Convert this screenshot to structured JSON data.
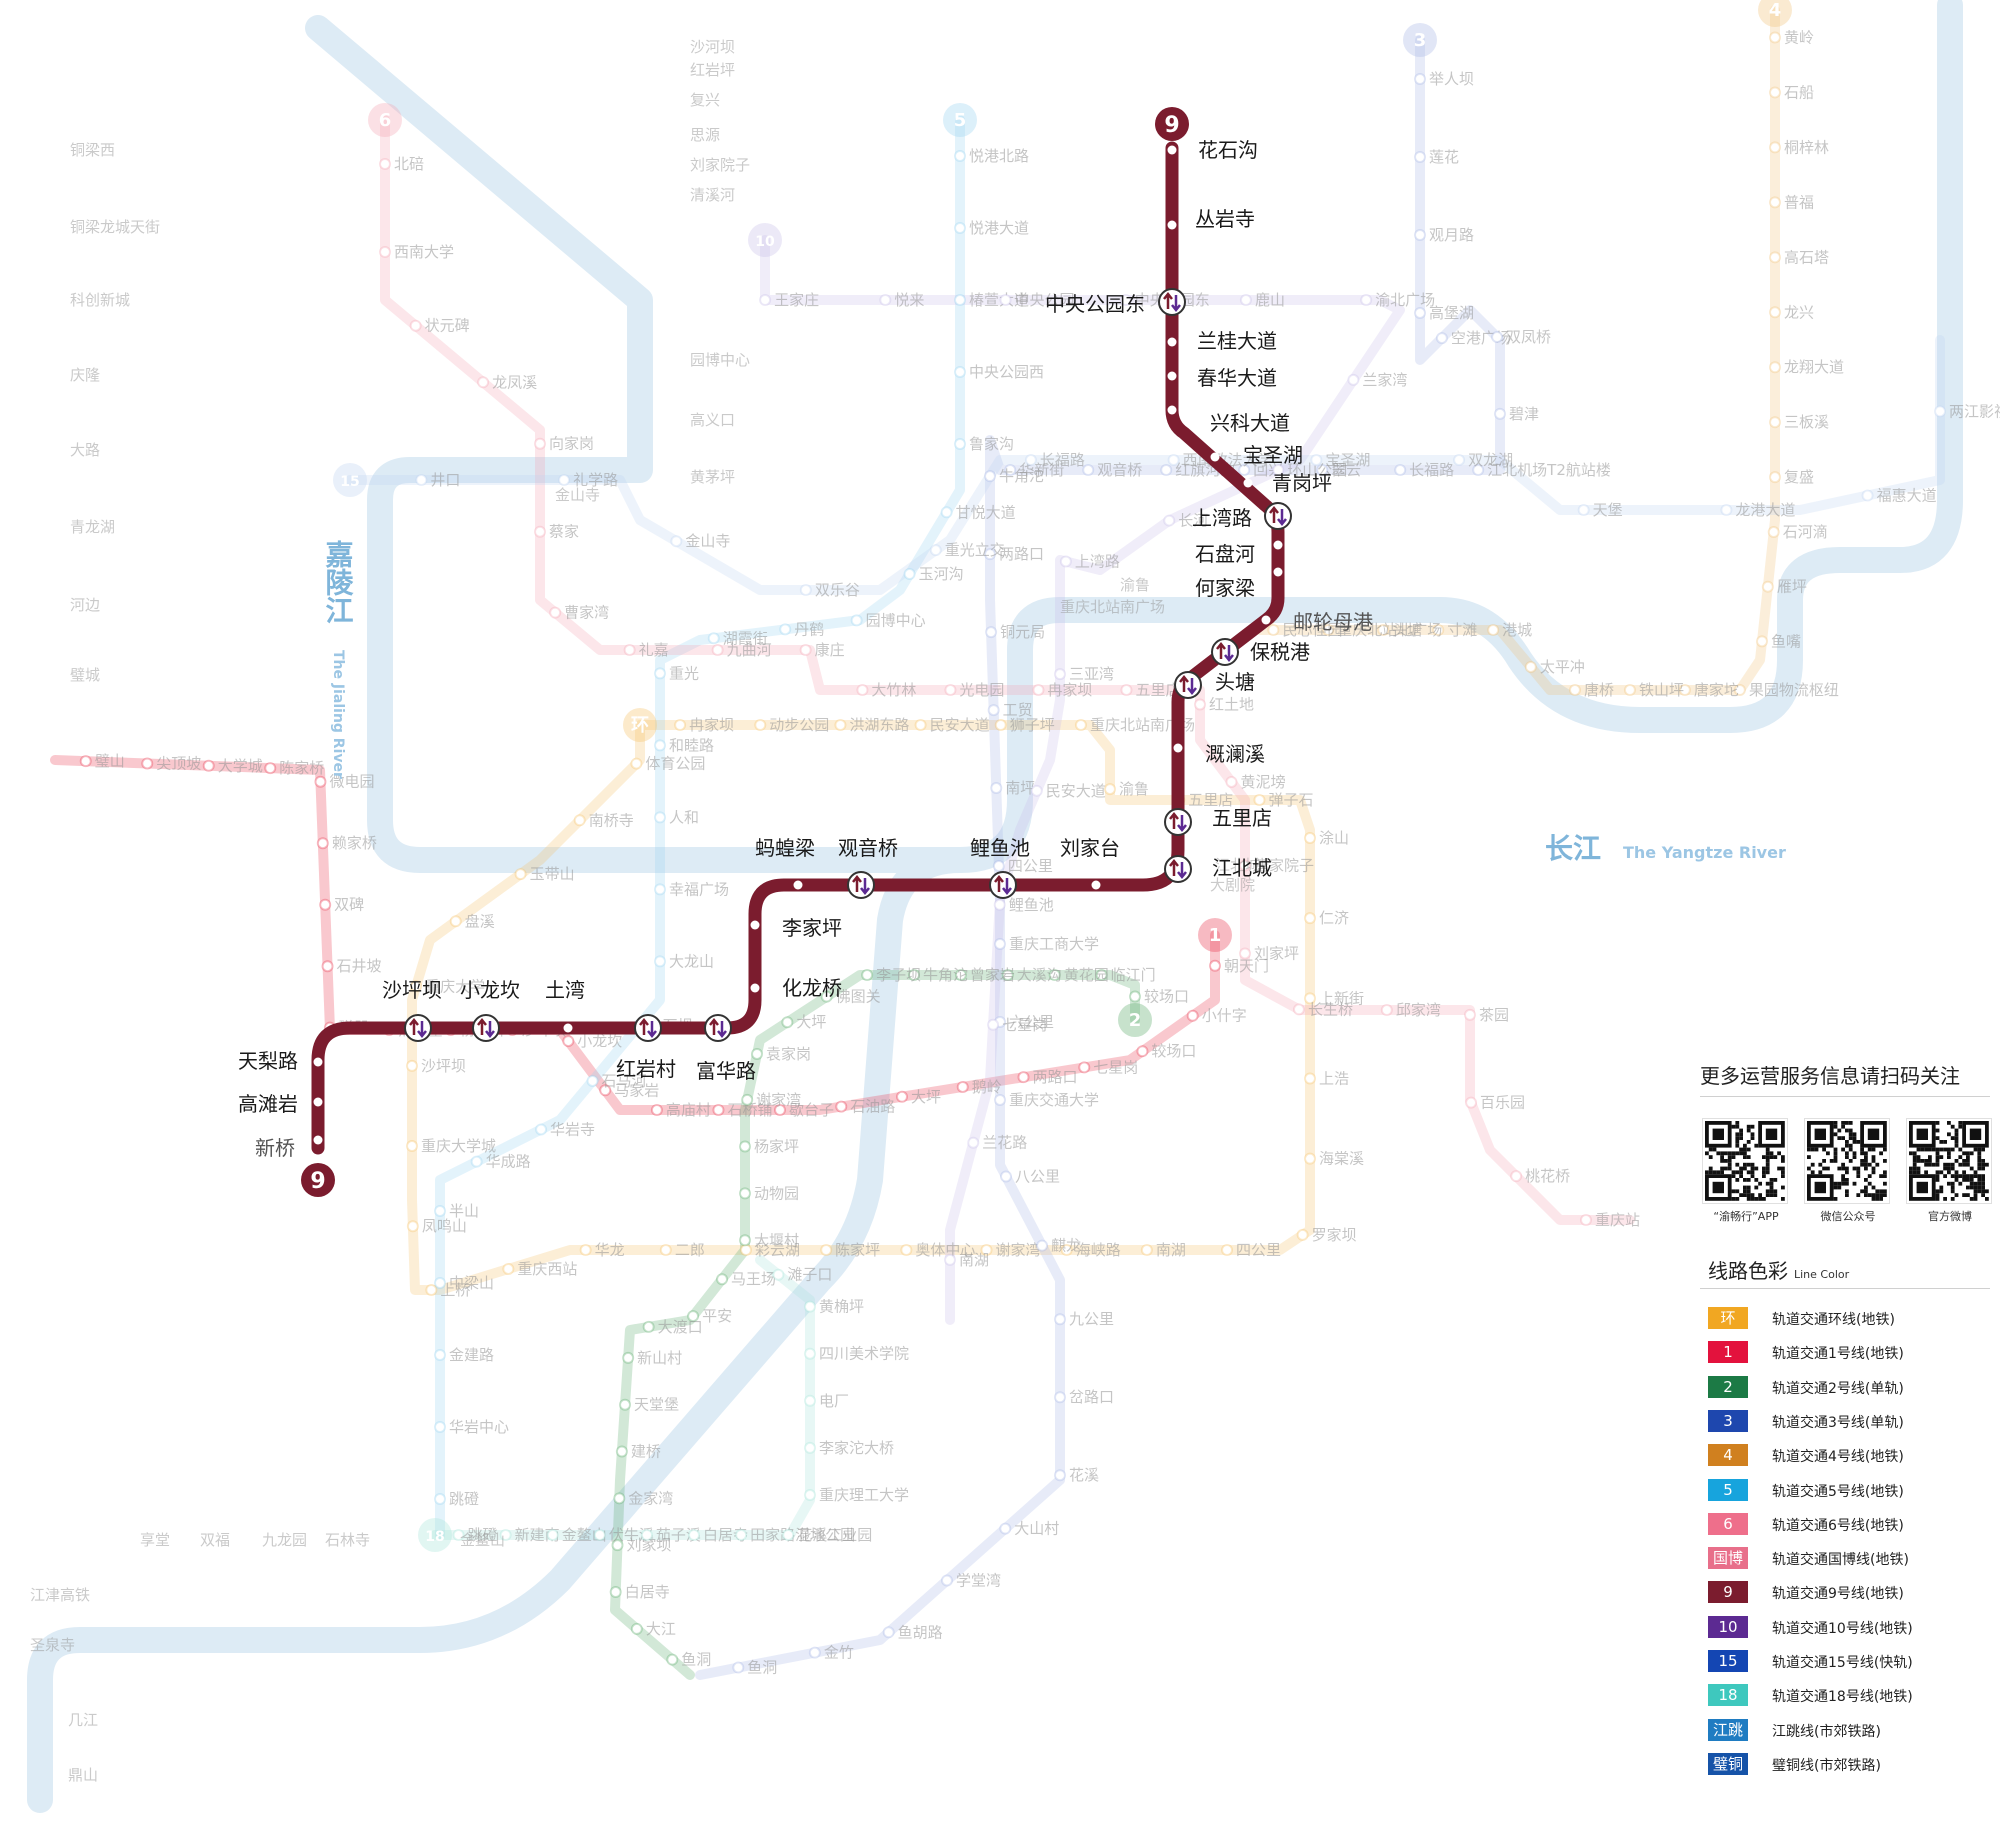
{
  "map": {
    "line_color": "#7B1C2E",
    "line_badge": "9",
    "rivers": [
      {
        "name": "嘉陵江",
        "name_en": "The Jialing River"
      },
      {
        "name": "长江",
        "name_en": "The Yangtze River"
      }
    ],
    "line9_stations": [
      {
        "id": "s01",
        "name": "花石沟",
        "transfer": false
      },
      {
        "id": "s02",
        "name": "丛岩寺",
        "transfer": false
      },
      {
        "id": "s03",
        "name": "中央公园东",
        "transfer": true
      },
      {
        "id": "s04",
        "name": "兰桂大道",
        "transfer": false
      },
      {
        "id": "s05",
        "name": "春华大道",
        "transfer": false
      },
      {
        "id": "s06",
        "name": "兴科大道",
        "transfer": false
      },
      {
        "id": "s07",
        "name": "宝圣湖",
        "transfer": false
      },
      {
        "id": "s08",
        "name": "青岗坪",
        "transfer": false
      },
      {
        "id": "s09",
        "name": "上湾路",
        "transfer": true
      },
      {
        "id": "s10",
        "name": "石盘河",
        "transfer": false
      },
      {
        "id": "s11",
        "name": "何家梁",
        "transfer": false
      },
      {
        "id": "s12",
        "name": "邮轮母港",
        "transfer": false
      },
      {
        "id": "s13",
        "name": "保税港",
        "transfer": true
      },
      {
        "id": "s14",
        "name": "头塘",
        "transfer": true
      },
      {
        "id": "s15",
        "name": "溉澜溪",
        "transfer": false
      },
      {
        "id": "s16",
        "name": "五里店",
        "transfer": true
      },
      {
        "id": "s17",
        "name": "江北城",
        "transfer": true
      },
      {
        "id": "s18",
        "name": "刘家台",
        "transfer": false
      },
      {
        "id": "s19",
        "name": "鲤鱼池",
        "transfer": true
      },
      {
        "id": "s20",
        "name": "观音桥",
        "transfer": true
      },
      {
        "id": "s21",
        "name": "蚂蝗梁",
        "transfer": false
      },
      {
        "id": "s22",
        "name": "李家坪",
        "transfer": false
      },
      {
        "id": "s23",
        "name": "化龙桥",
        "transfer": false
      },
      {
        "id": "s24",
        "name": "富华路",
        "transfer": true
      },
      {
        "id": "s25",
        "name": "红岩村",
        "transfer": true
      },
      {
        "id": "s26",
        "name": "土湾",
        "transfer": false
      },
      {
        "id": "s27",
        "name": "小龙坎",
        "transfer": true
      },
      {
        "id": "s28",
        "name": "沙坪坝",
        "transfer": true
      },
      {
        "id": "s29",
        "name": "天梨路",
        "transfer": false
      },
      {
        "id": "s30",
        "name": "高滩岩",
        "transfer": false
      },
      {
        "id": "s31",
        "name": "新桥",
        "transfer": false
      }
    ],
    "background_lines": [
      {
        "name": "环",
        "color": "#F5C36B",
        "stations": [
          "冉家坝",
          "动步公园",
          "洪湖东路",
          "民安大道",
          "狮子坪",
          "重庆北站南广场",
          "渝鲁",
          "五里店",
          "弹子石",
          "涂山",
          "仁济",
          "上新街",
          "上浩",
          "海棠溪",
          "罗家坝",
          "四公里",
          "南湖",
          "海峡路",
          "谢家湾",
          "奥体中心",
          "陈家坪",
          "彩云湖",
          "二郎",
          "华龙",
          "重庆西站",
          "上桥",
          "凤鸣山",
          "重庆大学城",
          "沙坪坝",
          "重庆大学",
          "盘溪",
          "玉带山",
          "南桥寺",
          "体育公园"
        ]
      },
      {
        "name": "1",
        "color": "#E8384F",
        "stations": [
          "朝天门",
          "小什字",
          "较场口",
          "七星岗",
          "两路口",
          "鹅岭",
          "大坪",
          "石油路",
          "歇台子",
          "石桥铺",
          "高庙村",
          "马家岩",
          "小龙坎",
          "沙坪坝",
          "杨公桥",
          "烈士墓",
          "磁器口",
          "石井坡",
          "双碑",
          "赖家桥",
          "微电园",
          "陈家桥",
          "大学城",
          "尖顶坡",
          "璧山"
        ]
      },
      {
        "name": "2",
        "color": "#5EAD6E",
        "stations": [
          "较场口",
          "临江门",
          "黄花园",
          "大溪沟",
          "曾家岩",
          "牛角沱",
          "李子坝",
          "佛图关",
          "大坪",
          "袁家岗",
          "谢家湾",
          "杨家坪",
          "动物园",
          "大堰村",
          "马王场",
          "平安",
          "大渡口",
          "新山村",
          "天堂堡",
          "建桥",
          "金家湾",
          "刘家坝",
          "白居寺",
          "大江",
          "鱼洞"
        ]
      },
      {
        "name": "3",
        "color": "#A9B7E6",
        "stations": [
          "举人坝",
          "莲花",
          "观月路",
          "高堡湖",
          "空港广场",
          "双凤桥",
          "碧津",
          "江北机场T2航站楼",
          "长福路",
          "翠云",
          "回兴",
          "红旗河沟",
          "观音桥",
          "华新街",
          "牛角沱",
          "两路口",
          "铜元局",
          "工贸",
          "南坪",
          "四公里",
          "重庆工商大学",
          "六公里",
          "重庆交通大学",
          "八公里",
          "麒龙",
          "九公里",
          "岔路口",
          "花溪",
          "大山村",
          "学堂湾",
          "鱼胡路",
          "金竹",
          "鱼洞"
        ]
      },
      {
        "name": "4",
        "color": "#F0C27A",
        "stations": [
          "黄岭",
          "石船",
          "桐梓林",
          "普福",
          "高石塔",
          "龙兴",
          "龙翔大道",
          "三板溪",
          "复盛",
          "石河滴",
          "雁坪",
          "鱼嘴",
          "果园物流枢纽",
          "唐家坨",
          "铁山坪",
          "唐桥",
          "太平冲",
          "港城",
          "寸滩",
          "头塘",
          "重庆北站北广场",
          "民心佳园"
        ]
      },
      {
        "name": "5",
        "color": "#9CD5F0",
        "stations": [
          "悦港北路",
          "悦港大道",
          "椿萱大道",
          "中央公园西",
          "鲁家沟",
          "甘悦大道",
          "玉河沟",
          "园博中心",
          "丹鹤",
          "湖霞街",
          "重光",
          "和睦路",
          "人和",
          "幸福广场",
          "大龙山",
          "大石坝",
          "石马河",
          "华岩寺",
          "华成路",
          "半山",
          "中梁山",
          "金建路",
          "华岩中心",
          "跳磴"
        ]
      },
      {
        "name": "6",
        "color": "#F4A5B5",
        "stations": [
          "北碚",
          "西南大学",
          "状元碑",
          "龙凤溪",
          "向家岗",
          "蔡家",
          "曹家湾",
          "礼嘉",
          "九曲河",
          "康庄",
          "大竹林",
          "光电园",
          "冉家坝",
          "五里店",
          "红土地",
          "黄泥塝",
          "唐家院子",
          "刘家坪",
          "长生桥",
          "邱家湾",
          "茶园",
          "百乐园",
          "桃花桥",
          "重庆站"
        ]
      },
      {
        "name": "10",
        "color": "#C8BFE8",
        "stations": [
          "王家庄",
          "悦来",
          "中央公园",
          "中央公园东",
          "鹿山",
          "渝北广场",
          "兰家湾",
          "环山公园",
          "长河",
          "上湾路",
          "三亚湾",
          "民安大道",
          "鲤鱼池",
          "七星岗",
          "兰花路",
          "南湖"
        ]
      },
      {
        "name": "15",
        "color": "#BFD4F2",
        "stations": [
          "井口",
          "礼学路",
          "金山寺",
          "双乐谷",
          "重光立交",
          "长福路",
          "西南政法大学",
          "宝圣湖",
          "双龙湖",
          "天堡",
          "龙港大道",
          "福惠大道",
          "两江影视城"
        ]
      },
      {
        "name": "18",
        "color": "#A8E4DA",
        "stations": [
          "跳磴",
          "新建南",
          "金鳌山",
          "伏牛溪",
          "茄子溪",
          "白居寺",
          "田家路湿地公园",
          "花溪工业园",
          "重庆理工大学",
          "李家沱大桥",
          "电厂",
          "四川美术学院",
          "黄桷坪",
          "滩子口"
        ]
      }
    ],
    "other_labels": [
      "沙河坝",
      "红岩坪",
      "复兴",
      "思源",
      "刘家院子",
      "清溪河",
      "园博中心",
      "高义口",
      "黄茅坪",
      "重庆北站南广场",
      "渝鲁",
      "大剧院",
      "江北城",
      "铜梁西",
      "铜梁龙城天街",
      "科创新城",
      "庆隆",
      "大路",
      "青龙湖",
      "河边",
      "璧城",
      "江津高铁",
      "圣泉寺",
      "几江",
      "鼎山",
      "享堂",
      "双福",
      "九龙园",
      "石林寺",
      "金鳌山",
      "金山寺"
    ]
  },
  "qr": {
    "title": "更多运营服务信息请扫码关注",
    "items": [
      {
        "caption": "“渝畅行”APP"
      },
      {
        "caption": "微信公众号"
      },
      {
        "caption": "官方微博"
      }
    ]
  },
  "legend": {
    "title": "线路色彩",
    "title_en": "Line Color",
    "items": [
      {
        "code": "环",
        "label": "轨道交通环线(地铁)",
        "color": "#F1A722"
      },
      {
        "code": "1",
        "label": "轨道交通1号线(地铁)",
        "color": "#E3123D"
      },
      {
        "code": "2",
        "label": "轨道交通2号线(单轨)",
        "color": "#1C7A45"
      },
      {
        "code": "3",
        "label": "轨道交通3号线(单轨)",
        "color": "#1E47AE"
      },
      {
        "code": "4",
        "label": "轨道交通4号线(地铁)",
        "color": "#D0801F"
      },
      {
        "code": "5",
        "label": "轨道交通5号线(地铁)",
        "color": "#17A4DD"
      },
      {
        "code": "6",
        "label": "轨道交通6号线(地铁)",
        "color": "#EE6F8B"
      },
      {
        "code": "国博",
        "label": "轨道交通国博线(地铁)",
        "color": "#E86F8A"
      },
      {
        "code": "9",
        "label": "轨道交通9号线(地铁)",
        "color": "#7B1C2E"
      },
      {
        "code": "10",
        "label": "轨道交通10号线(地铁)",
        "color": "#5C2A92"
      },
      {
        "code": "15",
        "label": "轨道交通15号线(快轨)",
        "color": "#1446B3"
      },
      {
        "code": "18",
        "label": "轨道交通18号线(地铁)",
        "color": "#3EC8BE"
      },
      {
        "code": "江跳",
        "label": "江跳线(市郊铁路)",
        "color": "#1F7CC2"
      },
      {
        "code": "璧铜",
        "label": "璧铜线(市郊铁路)",
        "color": "#1653A8"
      }
    ]
  }
}
